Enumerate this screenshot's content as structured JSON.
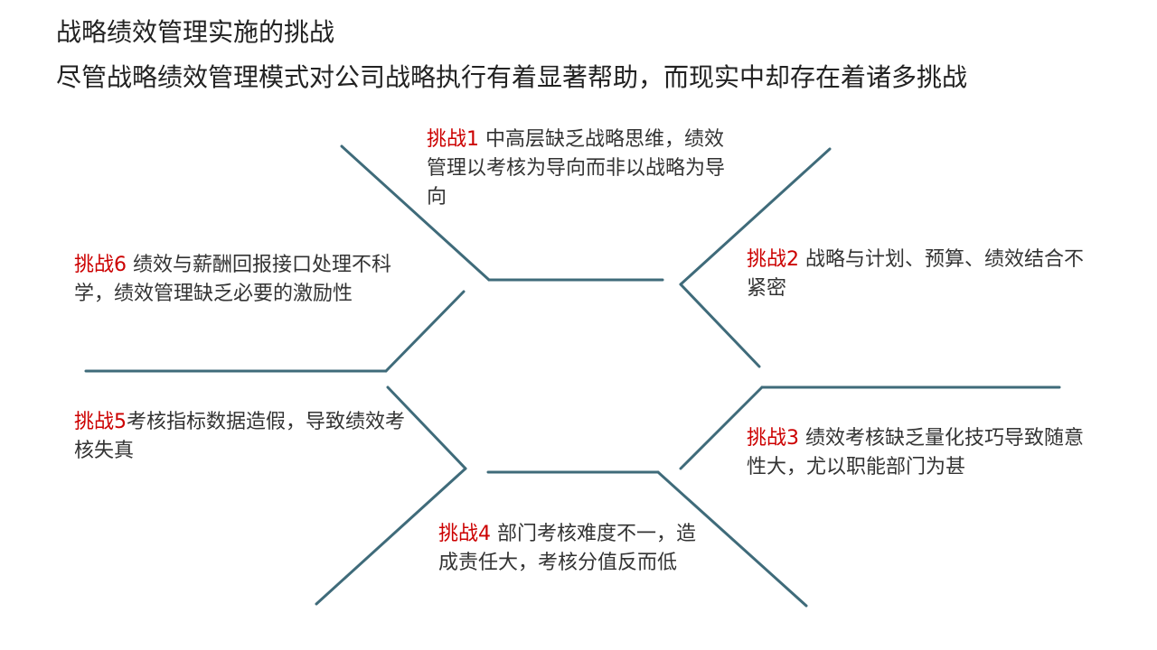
{
  "page": {
    "title": "战略绩效管理实施的挑战",
    "subtitle": "尽管战略绩效管理模式对公司战略执行有着显著帮助，而现实中却存在着诸多挑战"
  },
  "colors": {
    "line": "#3f6b7a",
    "label": "#cc0000",
    "text": "#333333"
  },
  "challenges": [
    {
      "label": "挑战1",
      "text": " 中高层缺乏战略思维，绩效管理以考核为导向而非以战略为导向"
    },
    {
      "label": "挑战2",
      "text": "  战略与计划、预算、绩效结合不紧密"
    },
    {
      "label": "挑战3",
      "text": " 绩效考核缺乏量化技巧导致随意性大，尤以职能部门为甚"
    },
    {
      "label": "挑战4",
      "text": " 部门考核难度不一，造成责任大，考核分值反而低"
    },
    {
      "label": "挑战5",
      "text": "考核指标数据造假，导致绩效考核失真"
    },
    {
      "label": "挑战6",
      "text": " 绩效与薪酬回报接口处理不科学，绩效管理缺乏必要的激励性"
    }
  ]
}
